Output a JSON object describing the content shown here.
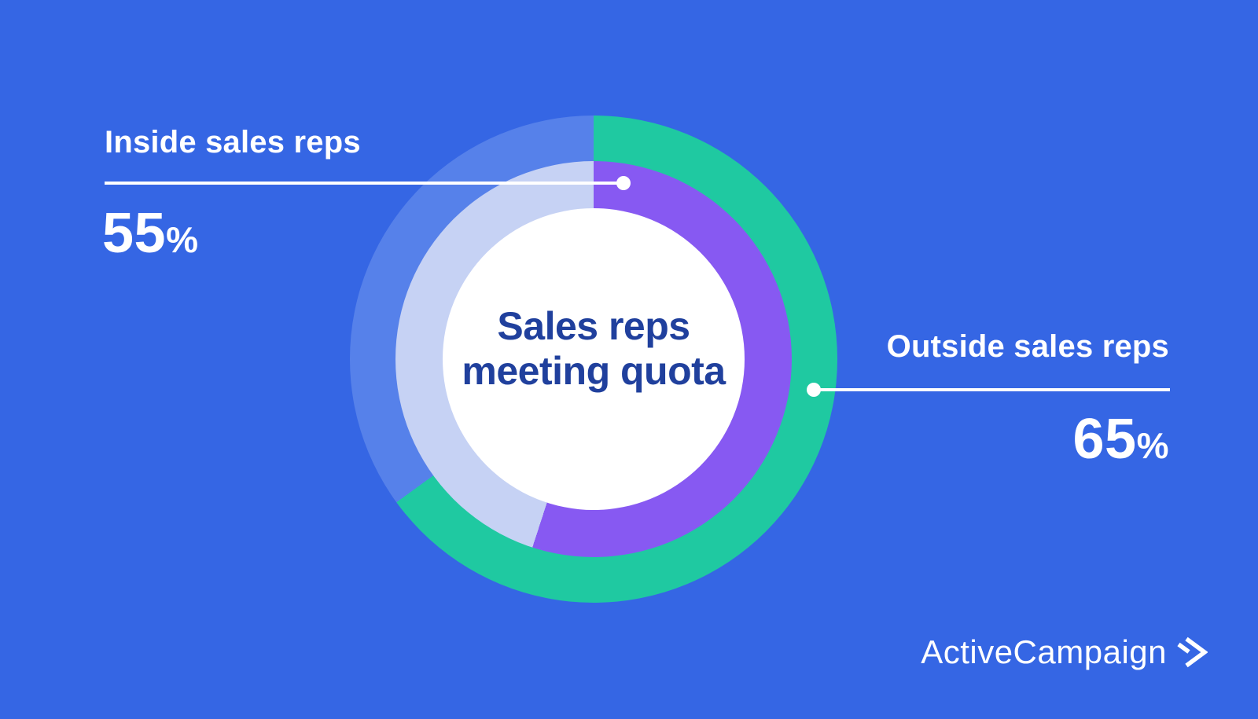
{
  "title": "Sales reps meeting quota",
  "center_label": {
    "line1": "Sales reps",
    "line2": "meeting quota"
  },
  "chart_data": {
    "type": "donut",
    "title": "Sales reps meeting quota",
    "unit": "%",
    "start_angle_deg": 0,
    "direction": "clockwise",
    "rings": [
      {
        "ring": "outer",
        "name": "Outside sales reps",
        "value": 65,
        "color": "#1FC9A1",
        "track_color": "#5681EA"
      },
      {
        "ring": "inner",
        "name": "Inside sales reps",
        "value": 55,
        "color": "#8759F2",
        "track_color": "#C6D2F4"
      }
    ]
  },
  "callouts": {
    "inside": {
      "label": "Inside sales reps",
      "value": "55",
      "unit": "%"
    },
    "outside": {
      "label": "Outside sales reps",
      "value": "65",
      "unit": "%"
    }
  },
  "branding": {
    "logo_text": "ActiveCampaign",
    "logo_mark": "chevron-right"
  },
  "theme": {
    "background": "#3566E4",
    "center_circle": "#FFFFFF",
    "center_text": "#20409D",
    "label_text": "#FFFFFF",
    "leader": "#FFFFFF"
  }
}
